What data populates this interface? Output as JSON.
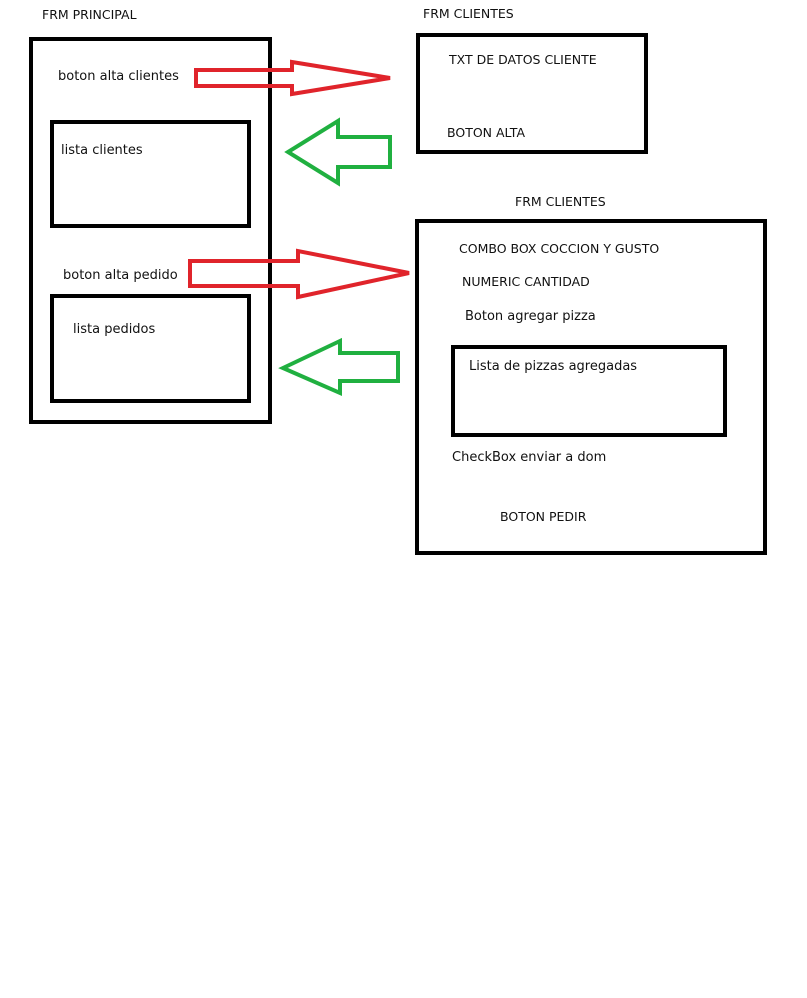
{
  "colors": {
    "forward_arrow": "#e0242b",
    "return_arrow": "#20b040",
    "box_border": "#000000"
  },
  "frm_principal": {
    "title": "FRM PRINCIPAL",
    "boton_alta_clientes": "boton alta clientes",
    "lista_clientes": "lista clientes",
    "boton_alta_pedido": "boton alta pedido",
    "lista_pedidos": "lista pedidos"
  },
  "frm_clientes_alta": {
    "title": "FRM CLIENTES",
    "txt_datos_cliente": "TXT DE DATOS CLIENTE",
    "boton_alta": "BOTON ALTA"
  },
  "frm_clientes_pedido": {
    "title": "FRM CLIENTES",
    "combo_box": "COMBO BOX COCCION Y GUSTO",
    "numeric_cantidad": "NUMERIC CANTIDAD",
    "boton_agregar_pizza": "Boton agregar pizza",
    "lista_pizzas": "Lista de pizzas agregadas",
    "checkbox_enviar": "CheckBox enviar a dom",
    "boton_pedir": "BOTON PEDIR"
  },
  "arrows": [
    {
      "icon": "red-right-arrow",
      "meaning": "open"
    },
    {
      "icon": "green-left-arrow",
      "meaning": "return"
    },
    {
      "icon": "red-right-arrow",
      "meaning": "open"
    },
    {
      "icon": "green-left-arrow",
      "meaning": "return"
    }
  ]
}
